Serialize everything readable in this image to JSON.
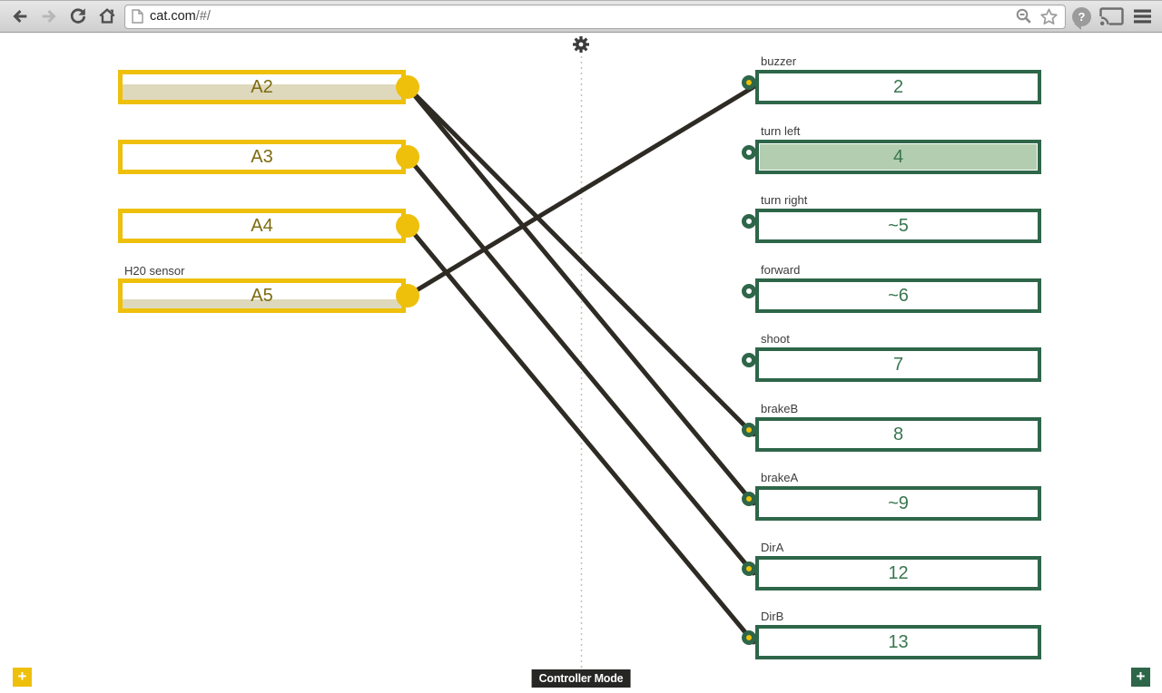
{
  "browser": {
    "url": {
      "host": "cat.com",
      "path": "/#/"
    },
    "help_badge": "?",
    "icons": {
      "back": "back-arrow",
      "forward": "forward-arrow",
      "reload": "circular-arrow",
      "home": "house",
      "page": "document-page",
      "zoom": "magnifier-minus",
      "bookmark": "star-outline",
      "help": "question-pin",
      "cast": "cast-screen",
      "menu": "hamburger"
    }
  },
  "canvas": {
    "gear_icon": "gear",
    "left_pins": [
      {
        "id": "A2",
        "label": "A2",
        "fill_percent": 60
      },
      {
        "id": "A3",
        "label": "A3",
        "fill_percent": 0
      },
      {
        "id": "A4",
        "label": "A4",
        "fill_percent": 0
      },
      {
        "id": "A5",
        "label": "A5",
        "caption": "H20 sensor",
        "fill_percent": 35
      }
    ],
    "right_pins": [
      {
        "id": "buzzer",
        "label": "buzzer",
        "value": "2",
        "connected": true,
        "active": false
      },
      {
        "id": "turn_left",
        "label": "turn left",
        "value": "4",
        "connected": false,
        "active": true
      },
      {
        "id": "turn_right",
        "label": "turn right",
        "value": "~5",
        "connected": false,
        "active": false
      },
      {
        "id": "forward",
        "label": "forward",
        "value": "~6",
        "connected": false,
        "active": false
      },
      {
        "id": "shoot",
        "label": "shoot",
        "value": "7",
        "connected": false,
        "active": false
      },
      {
        "id": "brakeB",
        "label": "brakeB",
        "value": "8",
        "connected": true,
        "active": false
      },
      {
        "id": "brakeA",
        "label": "brakeA",
        "value": "~9",
        "connected": true,
        "active": false
      },
      {
        "id": "DirA",
        "label": "DirA",
        "value": "12",
        "connected": true,
        "active": false
      },
      {
        "id": "DirB",
        "label": "DirB",
        "value": "13",
        "connected": true,
        "active": false
      }
    ],
    "connections": [
      [
        "A5",
        "buzzer"
      ],
      [
        "A2",
        "brakeB"
      ],
      [
        "A2",
        "brakeA"
      ],
      [
        "A3",
        "DirA"
      ],
      [
        "A4",
        "DirB"
      ]
    ],
    "colors": {
      "yellow": "#eec00c",
      "beige": "#ded9bd",
      "olive_text": "#7d6b10",
      "green_dark": "#2e6649",
      "green_light": "#b3cdb0",
      "green_text": "#38764f",
      "wire": "#2e2a24"
    }
  },
  "footer": {
    "mode_label": "Controller Mode",
    "add_left_label": "+",
    "add_right_label": "+"
  }
}
